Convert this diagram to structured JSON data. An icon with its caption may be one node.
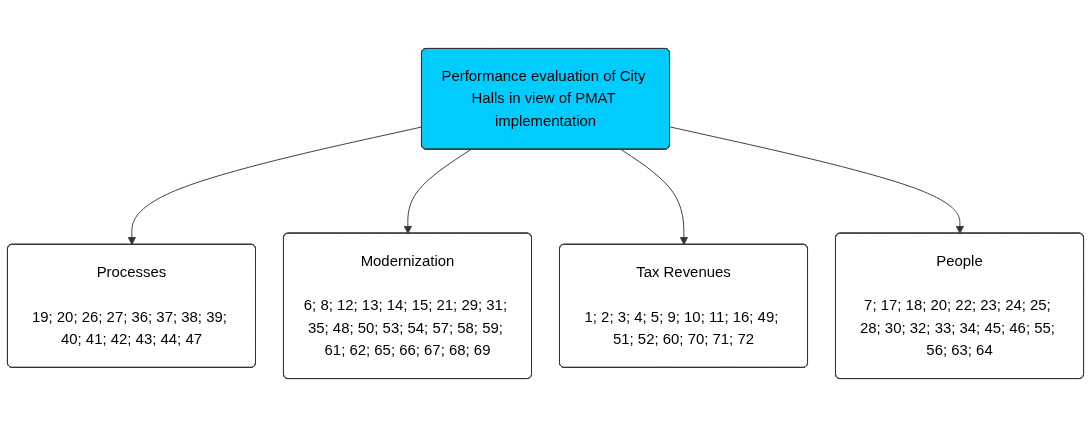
{
  "diagram": {
    "nodes": [
      {
        "text": [
          "Performance evaluation of City Halls in view of PMAT implementation"
        ]
      },
      {
        "text": [
          "Processes",
          "19; 20; 26; 27; 36; 37; 38; 39; 40; 41; 42; 43; 44; 47"
        ]
      },
      {
        "text": [
          "Modernization",
          "6; 8; 12; 13; 14; 15; 21; 29; 31; 35; 48; 50; 53; 54; 57; 58; 59; 61; 62; 65; 66; 67; 68; 69"
        ]
      },
      {
        "text": [
          "Tax Revenues",
          "1; 2; 3; 4; 5; 9; 10; 11; 16; 49; 51; 52; 60; 70; 71; 72"
        ]
      },
      {
        "text": [
          "People",
          "7; 17; 18; 20; 22; 23; 24; 25; 28; 30; 32; 33; 34; 45; 46; 55; 56; 63; 64"
        ]
      }
    ],
    "edges": [
      {
        "from": 0,
        "to": 1,
        "arrow": "to"
      },
      {
        "from": 0,
        "to": 2,
        "arrow": "to"
      },
      {
        "from": 0,
        "to": 3,
        "arrow": "to"
      },
      {
        "from": 0,
        "to": 4,
        "arrow": "to"
      }
    ]
  }
}
